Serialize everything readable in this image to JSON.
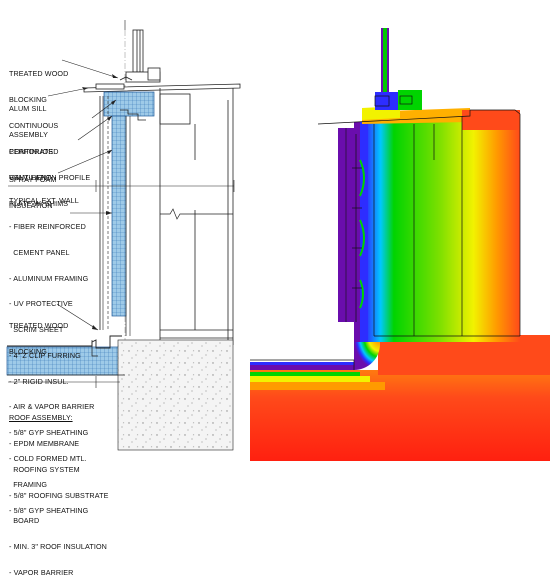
{
  "section_detail": {
    "labels": {
      "treated_wood_blocking_top": [
        "TREATED WOOD",
        "BLOCKING"
      ],
      "alum_sill": [
        "ALUM SILL",
        "ASSEMBLY"
      ],
      "continuous_perforated": [
        "CONTINUOUS",
        "PERFORATED",
        "VENTILATION PROFILE"
      ],
      "continuous_galv": [
        "CONTINUOS",
        "GALV. BENT",
        "PLATE W/ SHIMS"
      ],
      "spray_foam": [
        "SPRAY FOAM",
        "INSULATION"
      ],
      "typical_wall": {
        "title": "TYPICAL EXT. WALL",
        "items": [
          "- FIBER REINFORCED",
          "  CEMENT PANEL",
          "- ALUMINUM FRAMING",
          "- UV PROTECTIVE",
          "  SCRIM SHEET",
          "- 4\" Z CLIP FURRING",
          "- 2\" RIGID INSUL.",
          "- AIR & VAPOR BARRIER",
          "- 5/8\" GYP SHEATHING",
          "- COLD FORMED MTL.",
          "  FRAMING",
          "- 5/8\" GYP SHEATHING"
        ]
      },
      "treated_wood_blocking_bottom": [
        "TREATED WOOD",
        "BLOCKING"
      ],
      "roof_assembly": {
        "title": "ROOF ASSEMBLY:",
        "items": [
          "- EPDM MEMBRANE",
          "  ROOFING SYSTEM",
          "- 5/8\" ROOFING SUBSTRATE",
          "  BOARD",
          "- MIN. 3\" ROOF INSULATION",
          "- VAPOR BARRIER"
        ]
      }
    }
  },
  "thermal_model": {
    "palette": [
      "#6a0dad",
      "#2d2dff",
      "#00d400",
      "#f2f200",
      "#ff8a00",
      "#ff2a1a"
    ]
  }
}
